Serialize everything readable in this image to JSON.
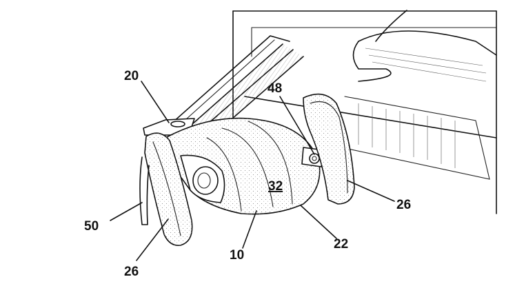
{
  "figure": {
    "labels": [
      {
        "id": "label-20",
        "text": "20"
      },
      {
        "id": "label-48",
        "text": "48"
      },
      {
        "id": "label-32",
        "text": "32"
      },
      {
        "id": "label-26-right",
        "text": "26"
      },
      {
        "id": "label-22",
        "text": "22"
      },
      {
        "id": "label-10",
        "text": "10"
      },
      {
        "id": "label-50",
        "text": "50"
      },
      {
        "id": "label-26-left",
        "text": "26"
      }
    ]
  }
}
